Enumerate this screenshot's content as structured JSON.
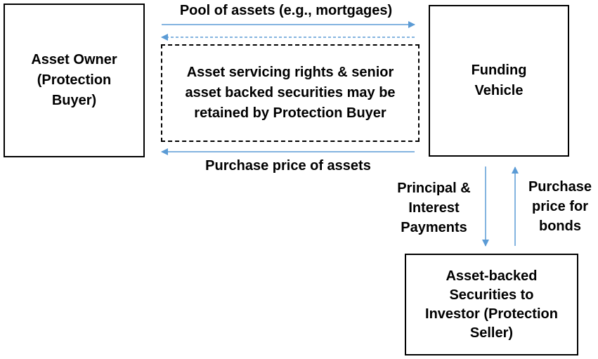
{
  "nodes": {
    "asset_owner": {
      "line1": "Asset Owner",
      "line2": "(Protection",
      "line3": "Buyer)"
    },
    "funding_vehicle": {
      "line1": "Funding",
      "line2": "Vehicle"
    },
    "retained_note": {
      "line1": "Asset servicing rights & senior",
      "line2": "asset backed securities may be",
      "line3": "retained by Protection Buyer"
    },
    "investor": {
      "line1": "Asset-backed",
      "line2": "Securities to",
      "line3": "Investor (Protection",
      "line4": "Seller)"
    }
  },
  "flows": {
    "pool_of_assets": "Pool of assets (e.g., mortgages)",
    "purchase_price_assets": "Purchase price of assets",
    "principal_interest": {
      "line1": "Principal &",
      "line2": "Interest",
      "line3": "Payments"
    },
    "purchase_price_bonds": {
      "line1": "Purchase",
      "line2": "price for",
      "line3": "bonds"
    }
  },
  "colors": {
    "arrow": "#5b9bd5",
    "border": "#000000"
  }
}
